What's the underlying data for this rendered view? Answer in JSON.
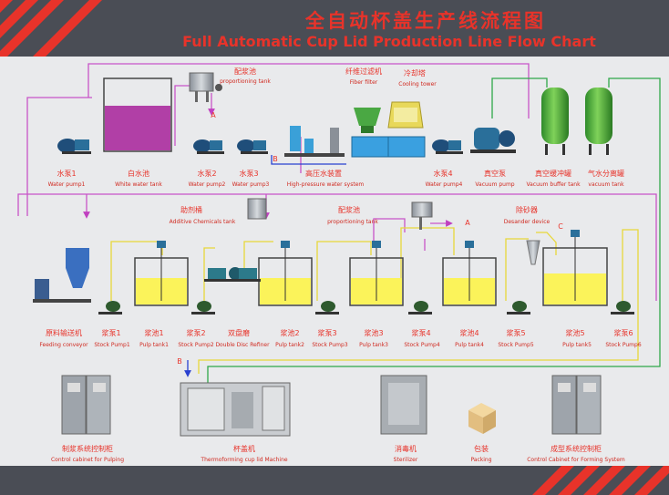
{
  "header": {
    "title_cn": "全自动杯盖生产线流程图",
    "title_en": "Full Automatic Cup Lid Production Line Flow Chart"
  },
  "markers": {
    "a": "A",
    "b": "B",
    "c": "C"
  },
  "row1": [
    {
      "key": "water-pump1",
      "cn": "水泵1",
      "en": "Water pump1"
    },
    {
      "key": "white-water-tank",
      "cn": "白水池",
      "en": "White water tank"
    },
    {
      "key": "water-pump2",
      "cn": "水泵2",
      "en": "Water pump2"
    },
    {
      "key": "water-pump3",
      "cn": "水泵3",
      "en": "Water pump3"
    },
    {
      "key": "high-pressure-water-system",
      "cn": "高压水装置",
      "en": "High-pressure water system"
    },
    {
      "key": "water-pump4",
      "cn": "水泵4",
      "en": "Water pump4"
    },
    {
      "key": "vacuum-pump",
      "cn": "真空泵",
      "en": "Vacuum pump"
    },
    {
      "key": "vacuum-buffer-tank",
      "cn": "真空缓冲罐",
      "en": "Vacuum buffer tank"
    },
    {
      "key": "vacuum-tank",
      "cn": "气水分离罐",
      "en": "vacuum tank"
    }
  ],
  "top_labels": [
    {
      "key": "proportioning-tank-top",
      "cn": "配浆池",
      "en": "proportioning tank"
    },
    {
      "key": "fiber-filter",
      "cn": "纤维过滤机",
      "en": "Fiber filter"
    },
    {
      "key": "cooling-tower",
      "cn": "冷却塔",
      "en": "Cooling tower"
    }
  ],
  "mid_labels": [
    {
      "key": "additive-chemicals-tank",
      "cn": "助剂桶",
      "en": "Additive Chemicals tank"
    },
    {
      "key": "proportioning-tank-mid",
      "cn": "配浆池",
      "en": "proportioning tank"
    },
    {
      "key": "desander-device",
      "cn": "除砂器",
      "en": "Desander device"
    }
  ],
  "row2": [
    {
      "key": "feeding-conveyor",
      "cn": "原料输送机",
      "en": "Feeding conveyor"
    },
    {
      "key": "stock-pump1",
      "cn": "浆泵1",
      "en": "Stock Pump1"
    },
    {
      "key": "pulp-tank1",
      "cn": "浆池1",
      "en": "Pulp tank1"
    },
    {
      "key": "stock-pump2",
      "cn": "浆泵2",
      "en": "Stock Pump2"
    },
    {
      "key": "double-disc-refiner",
      "cn": "双盘磨",
      "en": "Double Disc Refiner"
    },
    {
      "key": "pulp-tank2",
      "cn": "浆池2",
      "en": "Pulp tank2"
    },
    {
      "key": "stock-pump3",
      "cn": "浆泵3",
      "en": "Stock Pump3"
    },
    {
      "key": "pulp-tank3",
      "cn": "浆池3",
      "en": "Pulp tank3"
    },
    {
      "key": "stock-pump4",
      "cn": "浆泵4",
      "en": "Stock Pump4"
    },
    {
      "key": "pulp-tank4",
      "cn": "浆池4",
      "en": "Pulp tank4"
    },
    {
      "key": "stock-pump5",
      "cn": "浆泵5",
      "en": "Stock Pump5"
    },
    {
      "key": "pulp-tank5",
      "cn": "浆池5",
      "en": "Pulp tank5"
    },
    {
      "key": "stock-pump6",
      "cn": "浆泵6",
      "en": "Stock Pump6"
    }
  ],
  "row3": [
    {
      "key": "control-cabinet-pulping",
      "cn": "制浆系统控制柜",
      "en": "Control cabinet for Pulping"
    },
    {
      "key": "thermoforming-machine",
      "cn": "杯盖机",
      "en": "Thermoforming cup lid Machine"
    },
    {
      "key": "sterilizer",
      "cn": "消毒机",
      "en": "Sterilizer"
    },
    {
      "key": "packing",
      "cn": "包装",
      "en": "Packing"
    },
    {
      "key": "control-cabinet-forming",
      "cn": "成型系统控制柜",
      "en": "Control Cabinet for Forming System"
    }
  ]
}
